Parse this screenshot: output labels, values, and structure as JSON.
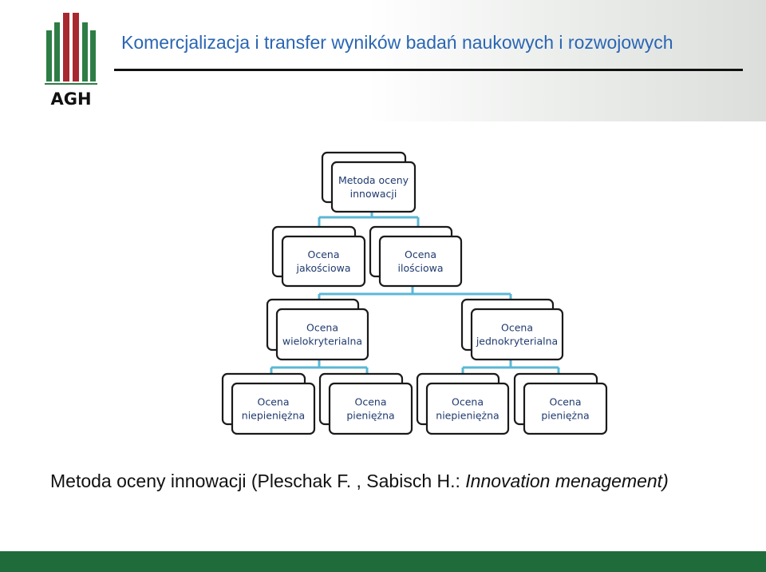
{
  "header": {
    "title": "Komercjalizacja i transfer wyników badań naukowych i rozwojowych",
    "logo_text": "AGH"
  },
  "diagram": {
    "nodes": [
      {
        "id": "root",
        "lines": [
          "Metoda oceny",
          "innowacji"
        ]
      },
      {
        "id": "qual",
        "lines": [
          "Ocena",
          "jakościowa"
        ]
      },
      {
        "id": "quant",
        "lines": [
          "Ocena",
          "ilościowa"
        ]
      },
      {
        "id": "multi",
        "lines": [
          "Ocena",
          "wielokryterialna"
        ]
      },
      {
        "id": "single",
        "lines": [
          "Ocena",
          "jednokryterialna"
        ]
      },
      {
        "id": "multi-nonmon",
        "lines": [
          "Ocena",
          "niepieniężna"
        ]
      },
      {
        "id": "multi-mon",
        "lines": [
          "Ocena",
          "pieniężna"
        ]
      },
      {
        "id": "single-nonmon",
        "lines": [
          "Ocena",
          "niepieniężna"
        ]
      },
      {
        "id": "single-mon",
        "lines": [
          "Ocena",
          "pieniężna"
        ]
      }
    ]
  },
  "caption": {
    "main": "Metoda oceny innowacji (Pleschak F. , Sabisch H.: ",
    "italic": "Innovation menagement)"
  },
  "colors": {
    "title": "#2a66b3",
    "connector": "#5bb7d5",
    "node_border": "#1a1a1a",
    "node_text": "#1f3a6e",
    "footer": "#1f6b3a",
    "logo_green": "#2e7d46",
    "logo_red": "#a7282f"
  }
}
